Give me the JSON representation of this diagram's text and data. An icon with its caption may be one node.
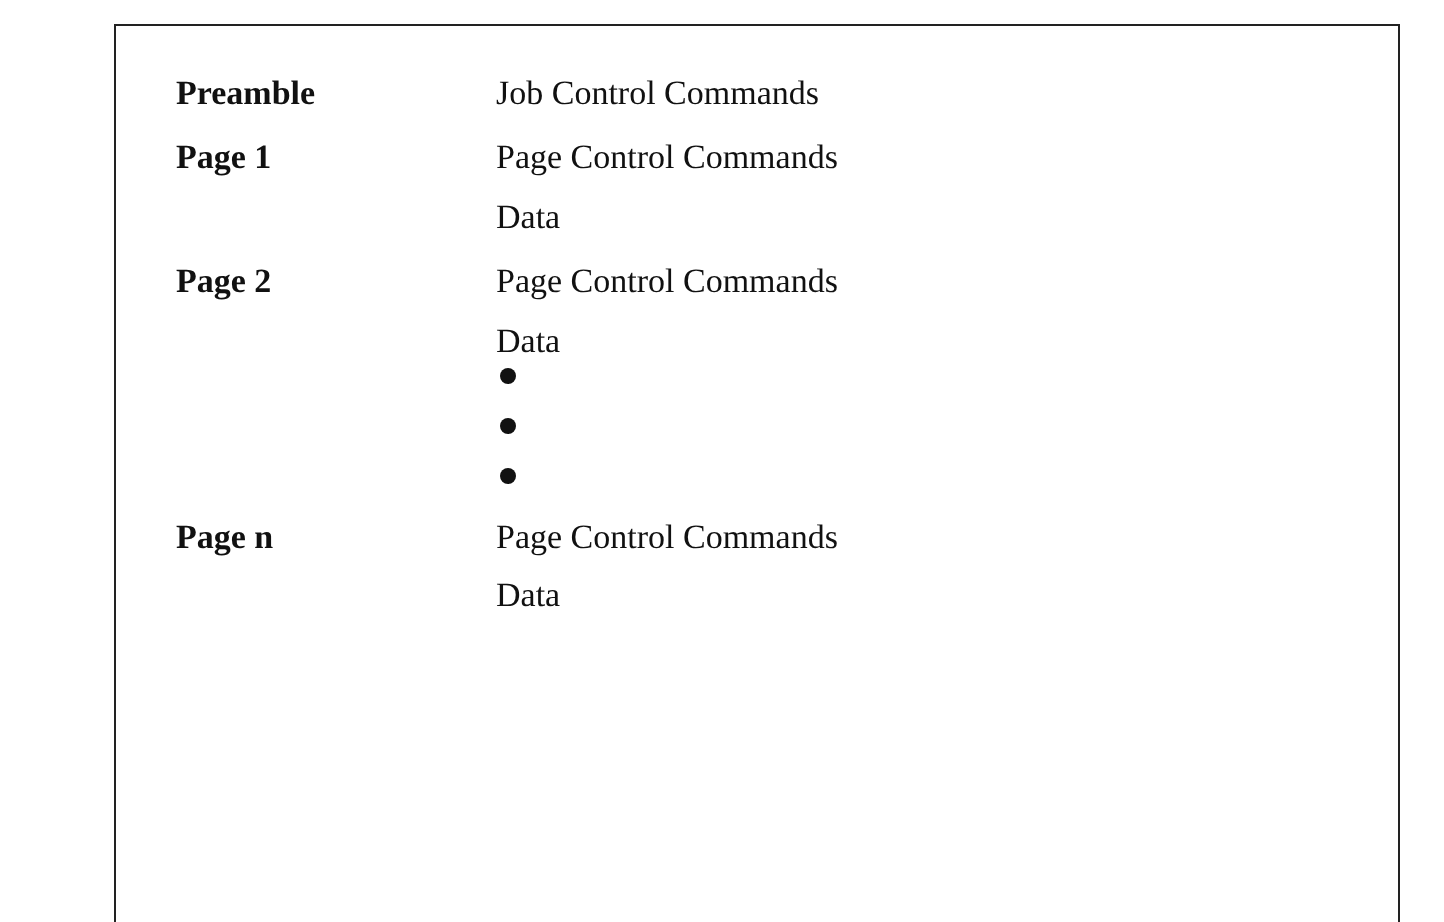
{
  "diagram": {
    "labels": [
      "Preamble",
      "Job Control Commands",
      "Page 1",
      "Page Control Commands",
      "Data",
      "Page 2",
      "Page Control Commands",
      "Data",
      "Page n",
      "Page Control Commands",
      "Data"
    ]
  }
}
